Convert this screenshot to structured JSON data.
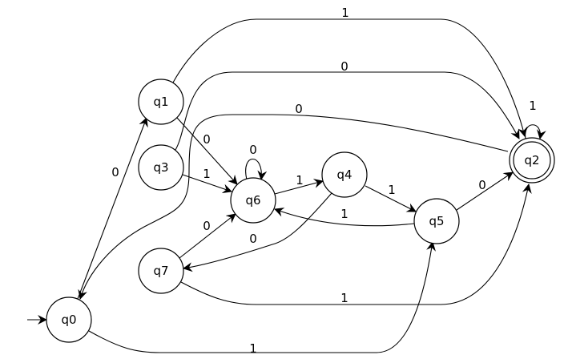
{
  "diagram": {
    "type": "finite-automaton",
    "start_state": "q0",
    "accepting_states": [
      "q2"
    ],
    "states": [
      {
        "id": "q0",
        "label": "q0"
      },
      {
        "id": "q1",
        "label": "q1"
      },
      {
        "id": "q2",
        "label": "q2"
      },
      {
        "id": "q3",
        "label": "q3"
      },
      {
        "id": "q4",
        "label": "q4"
      },
      {
        "id": "q5",
        "label": "q5"
      },
      {
        "id": "q6",
        "label": "q6"
      },
      {
        "id": "q7",
        "label": "q7"
      }
    ],
    "transitions": [
      {
        "from": "q0",
        "to": "q1",
        "symbol": "0"
      },
      {
        "from": "q0",
        "to": "q5",
        "symbol": "1"
      },
      {
        "from": "q1",
        "to": "q6",
        "symbol": "0"
      },
      {
        "from": "q1",
        "to": "q2",
        "symbol": "1"
      },
      {
        "from": "q3",
        "to": "q2",
        "symbol": "0"
      },
      {
        "from": "q3",
        "to": "q6",
        "symbol": "1"
      },
      {
        "from": "q2",
        "to": "q0",
        "symbol": "0"
      },
      {
        "from": "q2",
        "to": "q2",
        "symbol": "1"
      },
      {
        "from": "q6",
        "to": "q6",
        "symbol": "0"
      },
      {
        "from": "q6",
        "to": "q4",
        "symbol": "1"
      },
      {
        "from": "q4",
        "to": "q7",
        "symbol": "0"
      },
      {
        "from": "q4",
        "to": "q5",
        "symbol": "1"
      },
      {
        "from": "q5",
        "to": "q2",
        "symbol": "0"
      },
      {
        "from": "q5",
        "to": "q6",
        "symbol": "1"
      },
      {
        "from": "q7",
        "to": "q6",
        "symbol": "0"
      },
      {
        "from": "q7",
        "to": "q2",
        "symbol": "1"
      }
    ]
  }
}
